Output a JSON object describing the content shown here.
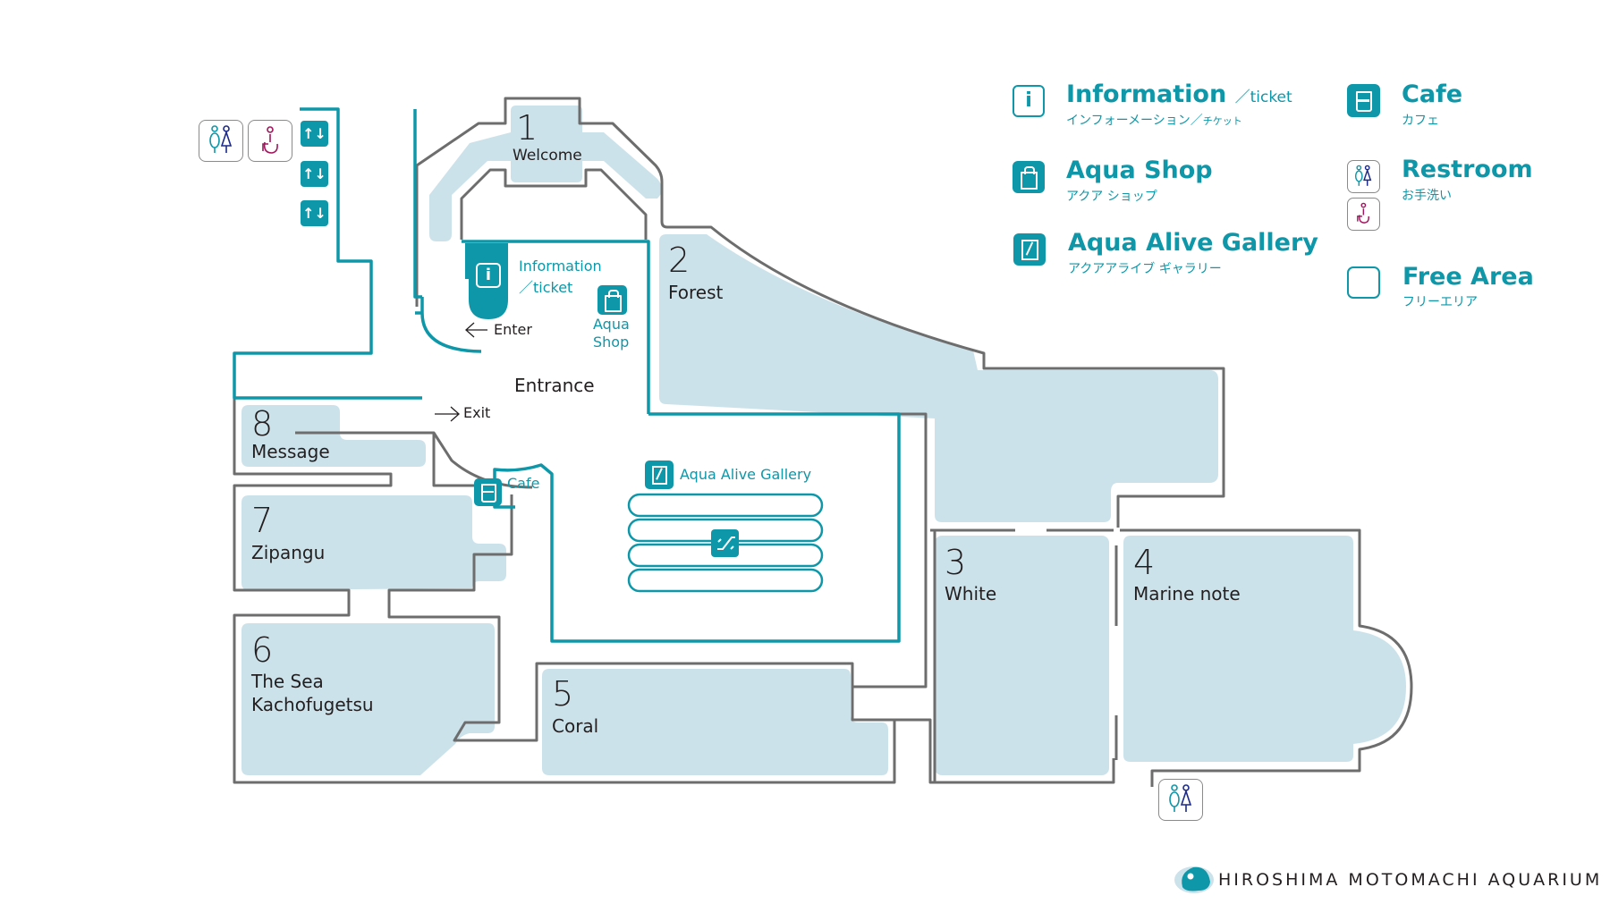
{
  "colors": {
    "teal": "#0e97a8",
    "room_fill": "#cce2ea",
    "wall": "#6d6d6d",
    "text": "#231f20",
    "restroom_female": "#1b2a8a",
    "restroom_male": "#0e97a8",
    "accessible": "#a0155c"
  },
  "rooms": [
    {
      "number": "1",
      "name": "Welcome"
    },
    {
      "number": "2",
      "name": "Forest"
    },
    {
      "number": "3",
      "name": "White"
    },
    {
      "number": "4",
      "name": "Marine note"
    },
    {
      "number": "5",
      "name": "Coral"
    },
    {
      "number": "6",
      "name_line1": "The Sea",
      "name_line2": "Kachofugetsu"
    },
    {
      "number": "7",
      "name": "Zipangu"
    },
    {
      "number": "8",
      "name": "Message"
    }
  ],
  "map_labels": {
    "entrance": "Entrance",
    "enter": "Enter",
    "exit": "Exit",
    "information_line1": "Information",
    "information_line2": "／ticket",
    "aqua_shop_line1": "Aqua",
    "aqua_shop_line2": "Shop",
    "cafe": "Cafe",
    "aqua_alive_gallery": "Aqua Alive Gallery"
  },
  "legend": {
    "information": {
      "title": "Information",
      "suffix": "／ticket",
      "sub": "インフォーメーション／",
      "sub_suffix": "チケット",
      "icon": "info-icon"
    },
    "aqua_shop": {
      "title": "Aqua Shop",
      "sub": "アクア ショップ",
      "icon": "shopping-bag-icon"
    },
    "aqua_alive_gallery": {
      "title": "Aqua Alive Gallery",
      "sub": "アクアアライブ ギャラリー",
      "icon": "tablet-icon"
    },
    "cafe": {
      "title": "Cafe",
      "sub": "カフェ",
      "icon": "cup-icon"
    },
    "restroom": {
      "title": "Restroom",
      "sub": "お手洗い",
      "icon": "restroom-icon"
    },
    "free_area": {
      "title": "Free Area",
      "sub": "フリーエリア",
      "icon": "free-area-icon"
    }
  },
  "elevator_icons": [
    "↑↓",
    "↑↓",
    "↑↓"
  ],
  "logo": {
    "text": "HIROSHIMA MOTOMACHI AQUARIUM"
  }
}
